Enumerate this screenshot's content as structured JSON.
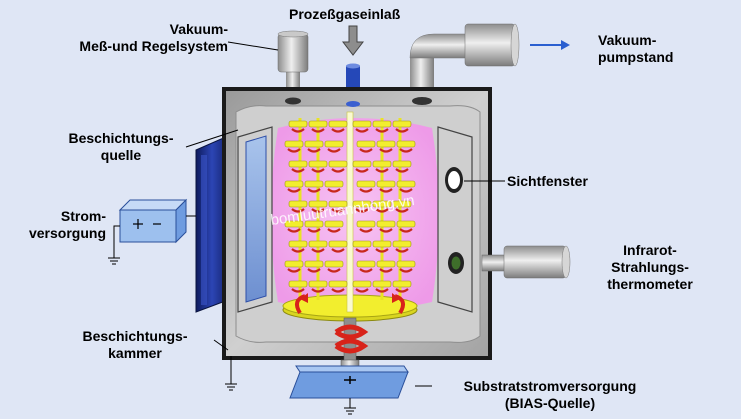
{
  "labels": {
    "vacuum_measure": [
      "Vakuum-",
      "Meß-und Regelsystem"
    ],
    "process_gas": "Prozeßgaseinlaß",
    "vacuum_pump": [
      "Vakuum-",
      "pumpstand"
    ],
    "coating_source": [
      "Beschichtungs-",
      "quelle"
    ],
    "power_supply": [
      "Strom-",
      "versorgung"
    ],
    "sight_window": "Sichtfenster",
    "ir_thermometer": [
      "Infrarot-",
      "Strahlungs-",
      "thermometer"
    ],
    "coating_chamber": [
      "Beschichtungs-",
      "kammer"
    ],
    "substrate_supply": [
      "Substratstromversorgung",
      "(BIAS-Quelle)"
    ]
  },
  "watermark": "bomluutruannhong.vn",
  "colors": {
    "background": "#dfe6f5",
    "chamber_wall": "#b8b8b8",
    "plasma": "#f2a7ec",
    "substrate_holder": "#f2ee2e",
    "coating_source": "#1d2f8a",
    "power_box": "#9dc0ee",
    "arrow_blue": "#2a5fd0",
    "rotation_arrow": "#d8231a"
  }
}
